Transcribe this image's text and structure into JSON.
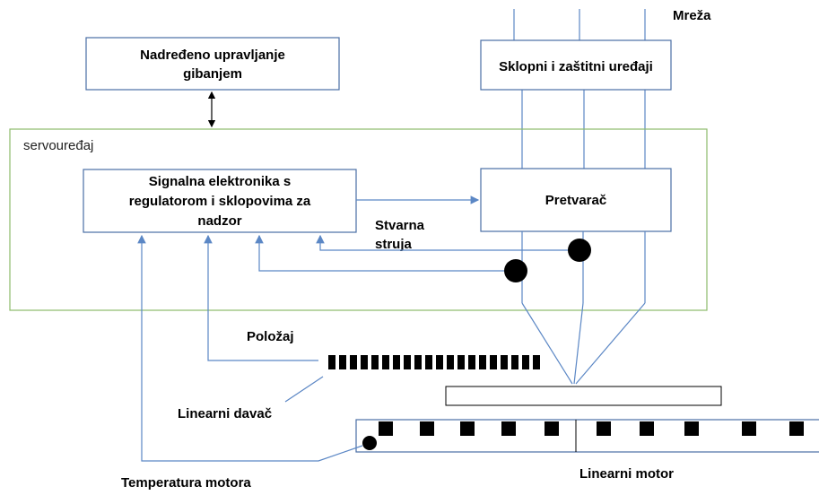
{
  "labels": {
    "mreza": "Mreža",
    "nadredeno_line1": "Nadređeno upravljanje",
    "nadredeno_line2": "gibanjem",
    "sklopni": "Sklopni i zaštitni uređaji",
    "servouredaj": "servouređaj",
    "signalna_line1": "Signalna elektronika s",
    "signalna_line2": "regulatorom i sklopovima za",
    "signalna_line3": "nadzor",
    "pretvarac": "Pretvarač",
    "stvarna_line1": "Stvarna",
    "stvarna_line2": "struja",
    "polozaj": "Položaj",
    "linearni_davac": "Linearni davač",
    "temperatura_motora": "Temperatura motora",
    "linearni_motor": "Linearni motor"
  },
  "colors": {
    "box_border": "#4a6fa5",
    "connector_line": "#5b87c5",
    "servo_frame": "#8dbb6a",
    "arrow": "#000000"
  }
}
